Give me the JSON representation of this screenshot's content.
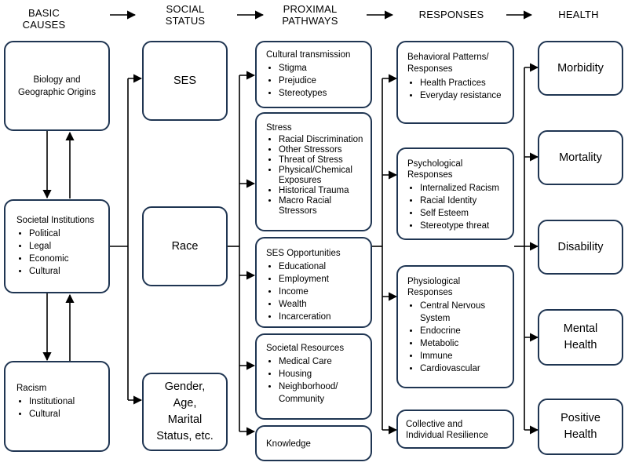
{
  "headers": {
    "basic_causes": "BASIC\nCAUSES",
    "social_status": "SOCIAL\nSTATUS",
    "proximal_pathways": "PROXIMAL\nPATHWAYS",
    "responses": "RESPONSES",
    "health": "HEALTH"
  },
  "basic": {
    "biology": "Biology and\nGeographic Origins",
    "institutions": {
      "title": "Societal Institutions",
      "items": [
        "Political",
        "Legal",
        "Economic",
        "Cultural"
      ]
    },
    "racism": {
      "title": "Racism",
      "items": [
        "Institutional",
        "Cultural"
      ]
    }
  },
  "status": {
    "ses": "SES",
    "race": "Race",
    "gender": "Gender,\nAge,\nMarital\nStatus, etc."
  },
  "pathways": {
    "cultural": {
      "title": "Cultural transmission",
      "items": [
        "Stigma",
        "Prejudice",
        "Stereotypes"
      ]
    },
    "stress": {
      "title": "Stress",
      "items": [
        "Racial Discrimination",
        "Other Stressors",
        "Threat of Stress",
        "Physical/Chemical Exposures",
        "Historical Trauma",
        "Macro Racial Stressors"
      ]
    },
    "ses_opp": {
      "title": "SES Opportunities",
      "items": [
        "Educational",
        "Employment",
        "Income",
        "Wealth",
        "Incarceration"
      ]
    },
    "resources": {
      "title": "Societal Resources",
      "items": [
        "Medical Care",
        "Housing",
        "Neighborhood/ Community"
      ]
    },
    "knowledge": "Knowledge"
  },
  "responses": {
    "behavioral": {
      "title": "Behavioral Patterns/\nResponses",
      "items": [
        "Health Practices",
        "Everyday resistance"
      ]
    },
    "psychological": {
      "title": "Psychological\nResponses",
      "items": [
        "Internalized Racism",
        "Racial Identity",
        "Self Esteem",
        "Stereotype threat"
      ]
    },
    "physiological": {
      "title": "Physiological\nResponses",
      "items": [
        "Central Nervous System",
        "Endocrine",
        "Metabolic",
        "Immune",
        "Cardiovascular"
      ]
    },
    "resilience": "Collective and\nIndividual Resilience"
  },
  "health": {
    "morbidity": "Morbidity",
    "mortality": "Mortality",
    "disability": "Disability",
    "mental": "Mental\nHealth",
    "positive": "Positive\nHealth"
  }
}
